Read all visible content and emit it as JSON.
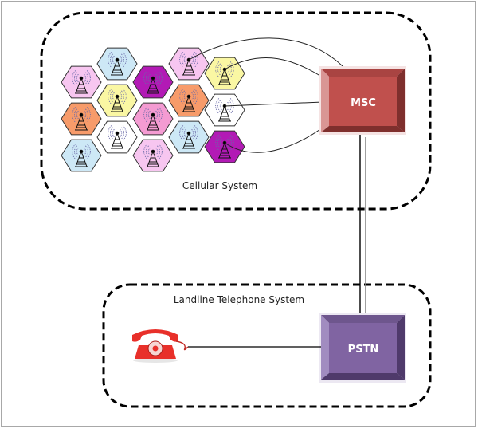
{
  "diagram": {
    "groups": {
      "cellular": {
        "label": "Cellular System"
      },
      "landline": {
        "label": "Landline Telephone System"
      }
    },
    "nodes": {
      "msc": {
        "label": "MSC",
        "color": "#c0504d",
        "light": "#d99694",
        "dark": "#7f2f2d",
        "top": "#a94442"
      },
      "pstn": {
        "label": "PSTN",
        "color": "#8064a2",
        "light": "#a18cc0",
        "dark": "#4f3a6b",
        "top": "#6e568d"
      }
    },
    "telephone": {
      "name": "telephone",
      "color": "#e8302a"
    },
    "cells": [
      {
        "col": 0,
        "row": 0,
        "color": "#f7c6f0"
      },
      {
        "col": 0,
        "row": 1,
        "color": "#f79b6a"
      },
      {
        "col": 0,
        "row": 2,
        "color": "#cde8f6"
      },
      {
        "col": 1,
        "row": 0,
        "color": "#cde8f6"
      },
      {
        "col": 1,
        "row": 1,
        "color": "#faf7a3"
      },
      {
        "col": 1,
        "row": 2,
        "color": "#ffffff"
      },
      {
        "col": 2,
        "row": 0,
        "color": "#b21ab5"
      },
      {
        "col": 2,
        "row": 1,
        "color": "#f49bd2"
      },
      {
        "col": 2,
        "row": 2,
        "color": "#f7c6f0"
      },
      {
        "col": 3,
        "row": 0,
        "color": "#f7c6f0"
      },
      {
        "col": 3,
        "row": 1,
        "color": "#f79b6a"
      },
      {
        "col": 3,
        "row": 2,
        "color": "#cde8f6"
      },
      {
        "col": 4,
        "row": 0,
        "color": "#faf7a3"
      },
      {
        "col": 4,
        "row": 1,
        "color": "#ffffff"
      },
      {
        "col": 4,
        "row": 2,
        "color": "#b21ab5"
      }
    ],
    "links": [
      {
        "from": "cell-3-0",
        "to": "msc"
      },
      {
        "from": "cell-4-0",
        "to": "msc"
      },
      {
        "from": "cell-4-1",
        "to": "msc"
      },
      {
        "from": "cell-4-2",
        "to": "msc"
      },
      {
        "from": "msc",
        "to": "pstn"
      },
      {
        "from": "telephone",
        "to": "pstn"
      }
    ]
  }
}
